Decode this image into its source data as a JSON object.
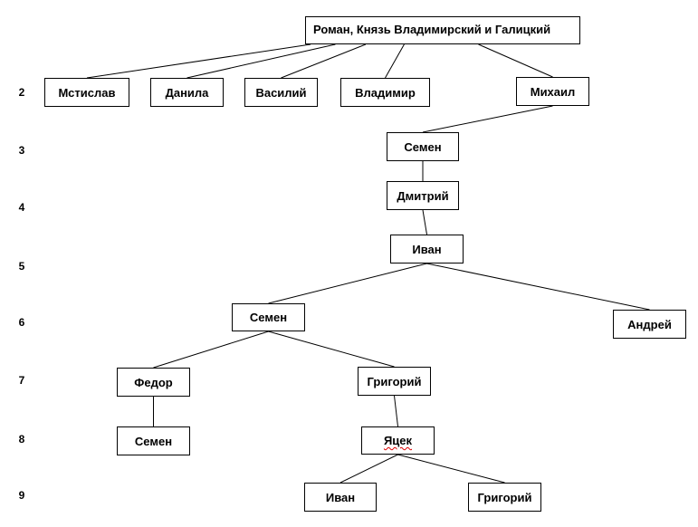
{
  "generations": [
    "2",
    "3",
    "4",
    "5",
    "6",
    "7",
    "8",
    "9"
  ],
  "nodes": {
    "root": "Роман, Князь Владимирский  и Галицкий",
    "mstislav": "Мстислав",
    "danila": "Данила",
    "vasily": "Василий",
    "vladimir": "Владимир",
    "mikhail": "Михаил",
    "semen3": "Семен",
    "dmitry": "Дмитрий",
    "ivan5": "Иван",
    "semen6": "Семен",
    "andrey": "Андрей",
    "fedor": "Федор",
    "grigory7": "Григорий",
    "semen8": "Семен",
    "yatsek": "Яцек",
    "ivan9": "Иван",
    "grigory9": "Григорий"
  },
  "edges": [
    [
      "root",
      "mstislav"
    ],
    [
      "root",
      "danila"
    ],
    [
      "root",
      "vasily"
    ],
    [
      "root",
      "vladimir"
    ],
    [
      "root",
      "mikhail"
    ],
    [
      "mikhail",
      "semen3"
    ],
    [
      "semen3",
      "dmitry"
    ],
    [
      "dmitry",
      "ivan5"
    ],
    [
      "ivan5",
      "semen6"
    ],
    [
      "ivan5",
      "andrey"
    ],
    [
      "semen6",
      "fedor"
    ],
    [
      "semen6",
      "grigory7"
    ],
    [
      "fedor",
      "semen8"
    ],
    [
      "grigory7",
      "yatsek"
    ],
    [
      "yatsek",
      "ivan9"
    ],
    [
      "yatsek",
      "grigory9"
    ]
  ]
}
